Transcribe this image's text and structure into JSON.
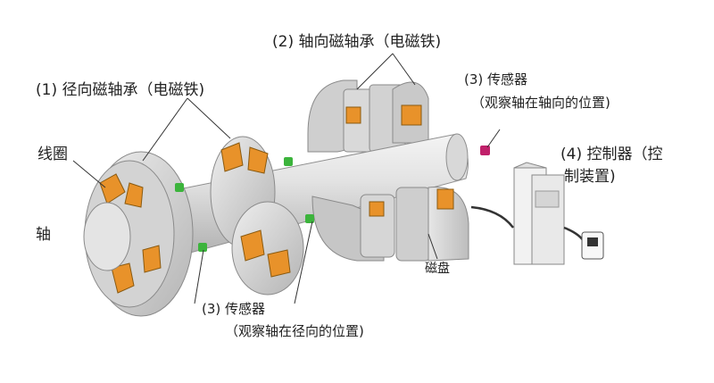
{
  "labels": {
    "axial_bearing": "(2) 轴向磁轴承（电磁铁)",
    "radial_bearing": "(1) 径向磁轴承（电磁铁)",
    "sensor_axial_title": "(3) 传感器",
    "sensor_axial_desc": "（观察轴在轴向的位置)",
    "controller_line1": "(4) 控制器（控",
    "controller_line2": "制装置)",
    "coil": "线圈",
    "shaft": "轴",
    "disk": "磁盘",
    "sensor_radial_title": "(3) 传感器",
    "sensor_radial_desc": "（观察轴在径向的位置)"
  },
  "colors": {
    "metal_light": "#dcdcdc",
    "metal_mid": "#c8c8c8",
    "metal_dark": "#9a9a9a",
    "coil_orange": "#e8922a",
    "sensor_green": "#3cb43c",
    "sensor_magenta": "#c0206a",
    "controller_body": "#f2f2f2",
    "leader_line": "#333333"
  }
}
